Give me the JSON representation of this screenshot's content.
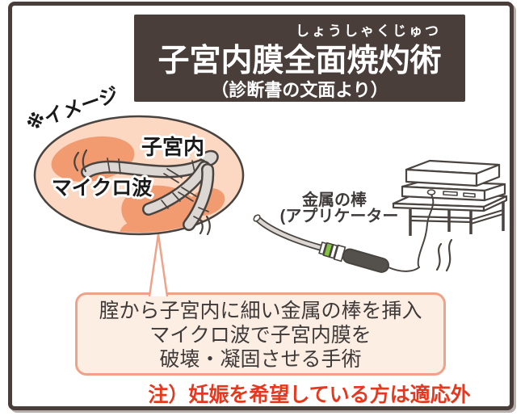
{
  "header": {
    "furigana": "しょうしゃくじゅつ",
    "title": "子宮内膜全面焼灼術",
    "subtitle": "（診断書の文面より）"
  },
  "annotations": {
    "image_note": "※イメージ",
    "uterus_label": "子宮内",
    "microwave_label": "マイクロ波",
    "applicator_label_line1": "金属の棒",
    "applicator_label_line2": "(アプリケーター"
  },
  "description_box": {
    "lines": [
      "腟から子宮内に細い金属の棒を挿入",
      "マイクロ波で子宮内膜を",
      "破壊・凝固させる手術"
    ]
  },
  "footnote": {
    "text": "注）妊娠を希望している方は適応外"
  },
  "colors": {
    "frame_brown": "#4a3e3a",
    "salmon_border": "#efa289",
    "box_fill": "#fdeee4",
    "cavity_fill": "#fcd8c3",
    "tissue_blob": "#f29a70",
    "warning_red": "#e5391f",
    "probe_gray": "#dcd7d3",
    "green_band": "#82c341",
    "outline_dark": "#4a4440"
  }
}
